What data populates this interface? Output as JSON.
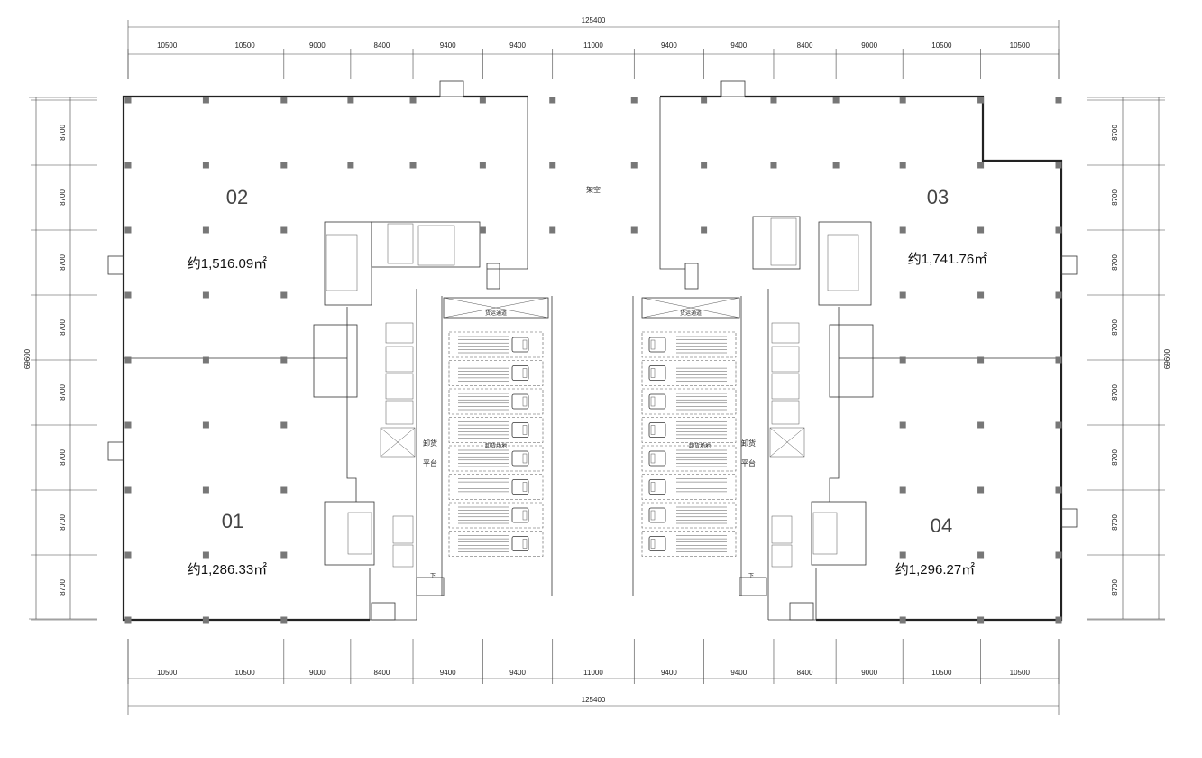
{
  "drawing": {
    "top_dims": [
      "10500",
      "10500",
      "9000",
      "8400",
      "9400",
      "9400",
      "11000",
      "9400",
      "9400",
      "8400",
      "9000",
      "10500",
      "10500"
    ],
    "bottom_dims": [
      "10500",
      "10500",
      "9000",
      "8400",
      "9400",
      "9400",
      "11000",
      "9400",
      "9400",
      "8400",
      "9000",
      "10500",
      "10500"
    ],
    "left_dims": [
      "8700",
      "8700",
      "8700",
      "8700",
      "8700",
      "8700",
      "8700",
      "8700"
    ],
    "right_dims": [
      "8700",
      "8700",
      "8700",
      "8700",
      "8700",
      "8700",
      "8700",
      "8700"
    ],
    "total_width_top": "125400",
    "total_width_bottom": "125400",
    "total_height_left": "69600",
    "total_height_right": "69600",
    "center_label": "架空",
    "units": [
      {
        "number": "02",
        "area": "约1,516.09㎡"
      },
      {
        "number": "03",
        "area": "约1,741.76㎡"
      },
      {
        "number": "01",
        "area": "约1,286.33㎡"
      },
      {
        "number": "04",
        "area": "约1,296.27㎡"
      }
    ],
    "loading_platform_left": [
      "卸货",
      "平台"
    ],
    "loading_platform_right": [
      "卸货",
      "平台"
    ],
    "loading_area_left": "卸货场地",
    "loading_area_right": "卸货场地",
    "truck_lane_left": "货运通道",
    "truck_lane_right": "货运通道",
    "down_label": "下"
  }
}
